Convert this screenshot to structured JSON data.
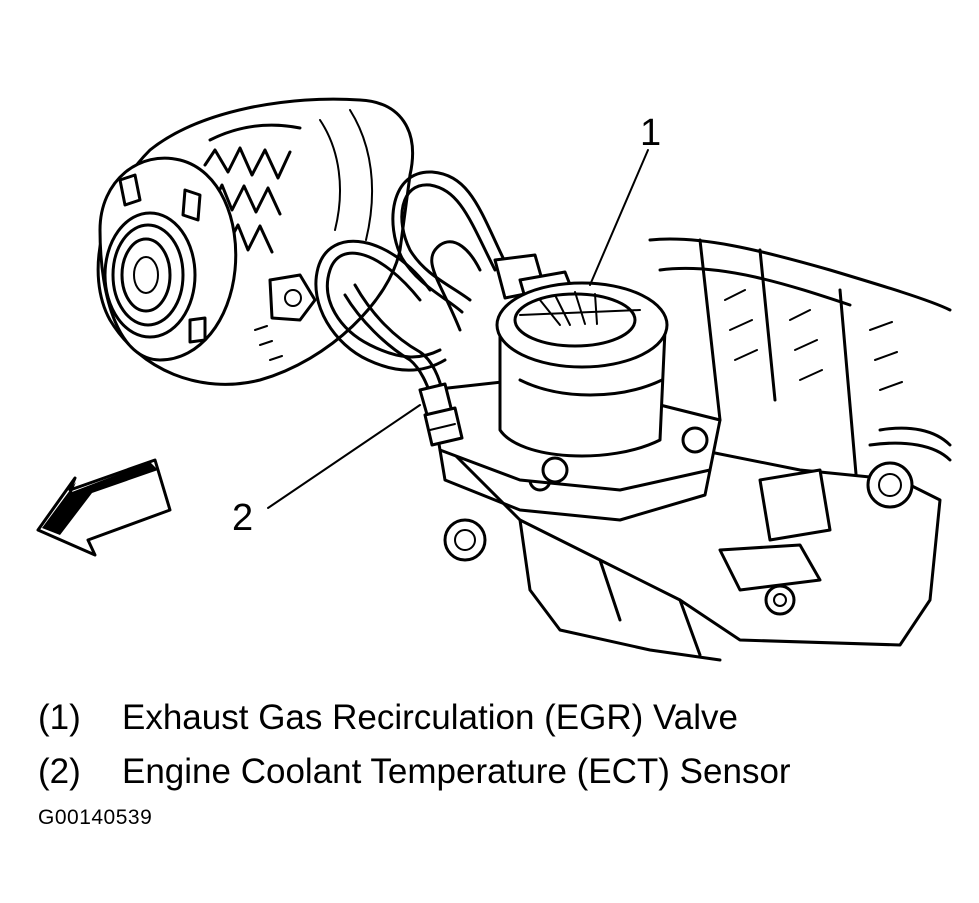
{
  "diagram": {
    "callouts": [
      {
        "number": "1",
        "label": "Exhaust Gas Recirculation (EGR) Valve"
      },
      {
        "number": "2",
        "label": "Engine Coolant Temperature (ECT) Sensor"
      }
    ],
    "legend_numbers": [
      "(1)",
      "(2)"
    ],
    "figure_id": "G00140539",
    "icons": [
      "generator-icon",
      "egr-valve-icon",
      "ect-sensor-icon",
      "engine-block-icon",
      "front-direction-arrow-icon"
    ]
  }
}
